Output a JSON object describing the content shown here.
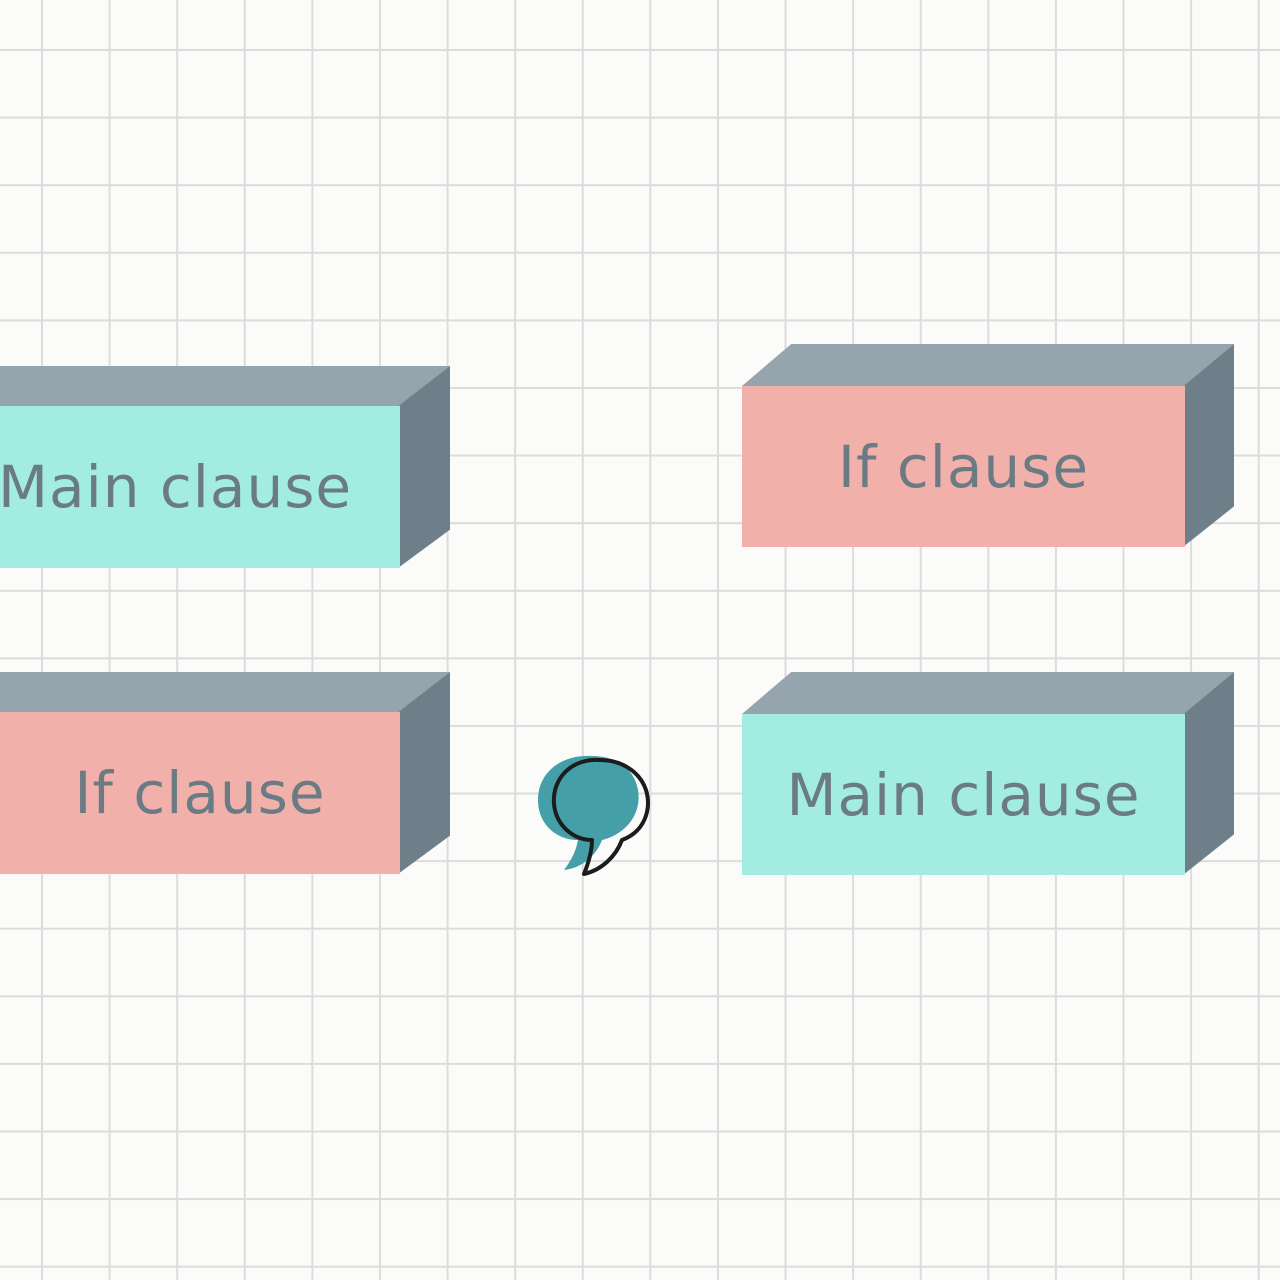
{
  "colors": {
    "main_clause_face": "#a2ece2",
    "if_clause_face": "#f2b0ab",
    "block_top": "#96a4ad",
    "block_side": "#6f7f89",
    "label_text": "#6b7b84",
    "comma": "#459fa9"
  },
  "diagram": {
    "row1": {
      "left_label": "Main clause",
      "right_label": "If clause"
    },
    "row2": {
      "left_label": "If clause",
      "separator_icon": "comma-icon",
      "right_label": "Main clause"
    }
  }
}
